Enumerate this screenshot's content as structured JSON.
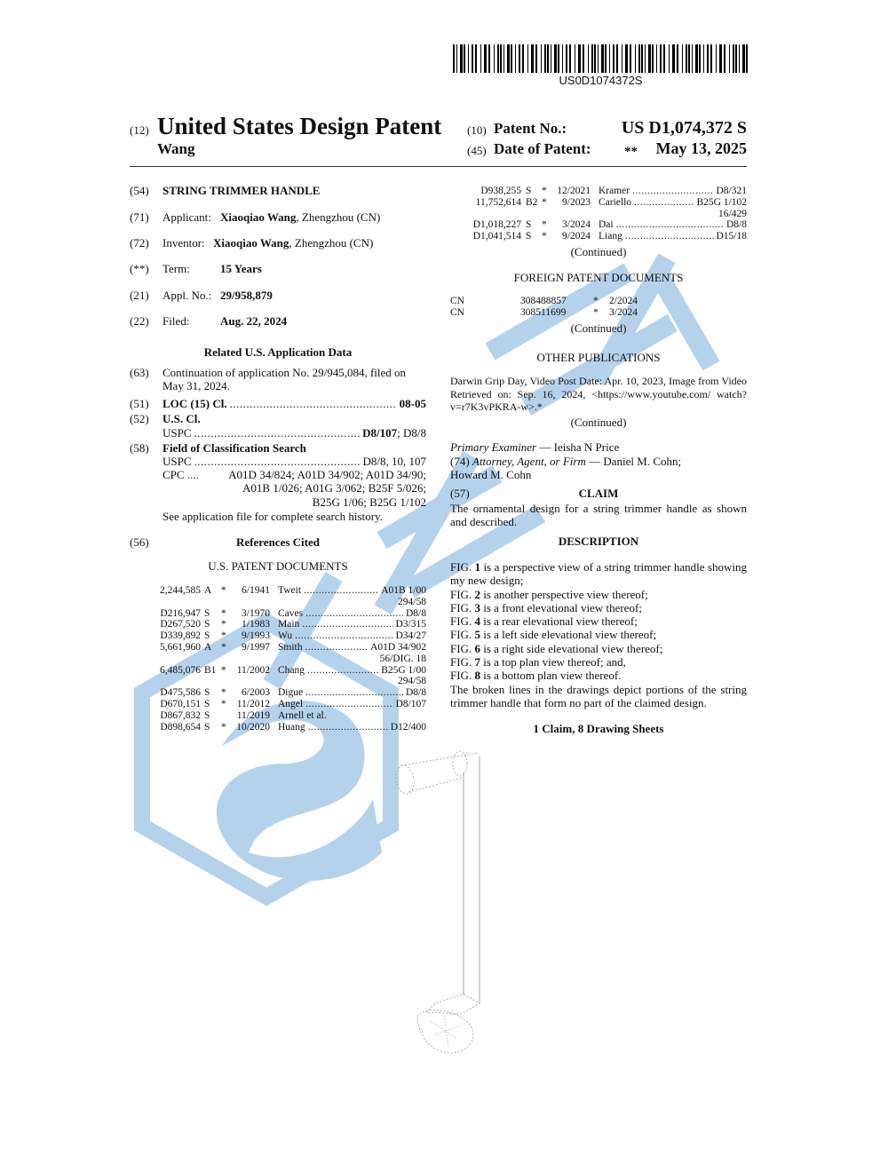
{
  "barcode": {
    "text": "US0D1074372S"
  },
  "header": {
    "code12": "(12)",
    "title": "United States Design Patent",
    "inventor_short": "Wang",
    "code10": "(10)",
    "patent_no_label": "Patent No.:",
    "patent_no": "US D1,074,372 S",
    "code45": "(45)",
    "date_label": "Date of Patent:",
    "date_marker": "**",
    "date": "May 13, 2025"
  },
  "left": {
    "fields": [
      {
        "code": "(54)",
        "label": "",
        "value": "STRING TRIMMER HANDLE"
      },
      {
        "code": "(71)",
        "label": "Applicant:",
        "value_bold": "Xiaoqiao Wang",
        "value": ", Zhengzhou (CN)"
      },
      {
        "code": "(72)",
        "label": "Inventor:",
        "value_bold": "Xiaoqiao Wang",
        "value": ", Zhengzhou (CN)"
      },
      {
        "code": "(**)",
        "label": "Term:",
        "value_bold": "15 Years"
      },
      {
        "code": "(21)",
        "label": "Appl. No.:",
        "value_bold": "29/958,879"
      },
      {
        "code": "(22)",
        "label": "Filed:",
        "value_bold": "Aug. 22, 2024"
      }
    ],
    "related_heading": "Related U.S. Application Data",
    "continuation": {
      "code": "(63)",
      "line1": "Continuation of application No. 29/945,084, filed on",
      "line2": "May 31, 2024."
    },
    "loc": {
      "code": "(51)",
      "label": "LOC (15) Cl.",
      "value": "08-05"
    },
    "uscl": {
      "code": "(52)",
      "label": "U.S. Cl.",
      "sub": "USPC",
      "value_bold": "D8/107",
      "value": "; D8/8"
    },
    "field_search": {
      "code": "(58)",
      "label": "Field of Classification Search",
      "uspc_label": "USPC",
      "uspc_value": "D8/8, 10, 107",
      "cpc_label": "CPC ....",
      "cpc_line1": "A01D 34/824; A01D 34/902; A01D 34/90;",
      "cpc_line2": "A01B 1/026; A01G 3/062; B25F 5/026;",
      "cpc_line3": "B25G 1/06; B25G 1/102",
      "note": "See application file for complete search history."
    },
    "refs_code": "(56)",
    "refs_heading": "References Cited",
    "us_docs_heading": "U.S. PATENT DOCUMENTS",
    "us_docs": [
      {
        "num": "2,244,585",
        "kind": "A",
        "star": "*",
        "date": "6/1941",
        "name": "Tweit",
        "cls": "A01B 1/00",
        "cont": "294/58"
      },
      {
        "num": "D216,947",
        "kind": "S",
        "star": "*",
        "date": "3/1970",
        "name": "Caves",
        "cls": "D8/8"
      },
      {
        "num": "D267,520",
        "kind": "S",
        "star": "*",
        "date": "1/1983",
        "name": "Main",
        "cls": "D3/315"
      },
      {
        "num": "D339,892",
        "kind": "S",
        "star": "*",
        "date": "9/1993",
        "name": "Wu",
        "cls": "D34/27"
      },
      {
        "num": "5,661,960",
        "kind": "A",
        "star": "*",
        "date": "9/1997",
        "name": "Smith",
        "cls": "A01D 34/902",
        "cont": "56/DIG. 18"
      },
      {
        "num": "6,485,076",
        "kind": "B1",
        "star": "*",
        "date": "11/2002",
        "name": "Chang",
        "cls": "B25G 1/00",
        "cont": "294/58"
      },
      {
        "num": "D475,586",
        "kind": "S",
        "star": "*",
        "date": "6/2003",
        "name": "Digue",
        "cls": "D8/8"
      },
      {
        "num": "D670,151",
        "kind": "S",
        "star": "*",
        "date": "11/2012",
        "name": "Angel",
        "cls": "D8/107"
      },
      {
        "num": "D867,832",
        "kind": "S",
        "star": "",
        "date": "11/2019",
        "name": "Arnell et al.",
        "cls": ""
      },
      {
        "num": "D898,654",
        "kind": "S",
        "star": "*",
        "date": "10/2020",
        "name": "Huang",
        "cls": "D12/400"
      }
    ]
  },
  "right": {
    "us_docs": [
      {
        "num": "D938,255",
        "kind": "S",
        "star": "*",
        "date": "12/2021",
        "name": "Kramer",
        "cls": "D8/321"
      },
      {
        "num": "11,752,614",
        "kind": "B2",
        "star": "*",
        "date": "9/2023",
        "name": "Cariello",
        "cls": "B25G 1/102",
        "cont": "16/429"
      },
      {
        "num": "D1,018,227",
        "kind": "S",
        "star": "*",
        "date": "3/2024",
        "name": "Dai",
        "cls": "D8/8"
      },
      {
        "num": "D1,041,514",
        "kind": "S",
        "star": "*",
        "date": "9/2024",
        "name": "Liang",
        "cls": "D15/18"
      }
    ],
    "continued": "(Continued)",
    "foreign_heading": "FOREIGN PATENT DOCUMENTS",
    "foreign_docs": [
      {
        "country": "CN",
        "num": "308488857",
        "star": "*",
        "date": "2/2024"
      },
      {
        "country": "CN",
        "num": "308511699",
        "star": "*",
        "date": "3/2024"
      }
    ],
    "other_heading": "OTHER PUBLICATIONS",
    "other_text": "Darwin Grip Day, Video Post Date: Apr. 10, 2023, Image from Video Retrieved on: Sep. 16, 2024, <https://www.youtube.com/ watch?v=r7K3vPKRA-w>.*",
    "examiner_label": "Primary Examiner",
    "examiner": " — Ieisha N Price",
    "attorney_code": "(74)",
    "attorney_label": "Attorney, Agent, or Firm",
    "attorney": " — Daniel M. Cohn;",
    "attorney2": "Howard M. Cohn",
    "claim_code": "(57)",
    "claim_heading": "CLAIM",
    "claim_text": "The ornamental design for a string trimmer handle as shown and described.",
    "description_heading": "DESCRIPTION",
    "description": [
      {
        "fig": "1",
        "text": " is a perspective view of a string trimmer handle showing my new design;"
      },
      {
        "fig": "2",
        "text": " is another perspective view thereof;"
      },
      {
        "fig": "3",
        "text": " is a front elevational view thereof;"
      },
      {
        "fig": "4",
        "text": " is a rear elevational view thereof;"
      },
      {
        "fig": "5",
        "text": " is a left side elevational view thereof;"
      },
      {
        "fig": "6",
        "text": " is a right side elevational view thereof;"
      },
      {
        "fig": "7",
        "text": " is a top plan view thereof; and,"
      },
      {
        "fig": "8",
        "text": " is a bottom plan view thereof."
      }
    ],
    "fig_prefix": "FIG. ",
    "broken_lines": "The broken lines in the drawings depict portions of the string trimmer handle that form no part of the claimed design.",
    "sheets": "1 Claim, 8 Drawing Sheets"
  },
  "colors": {
    "watermark": "#5b9bd5",
    "text": "#111111"
  }
}
